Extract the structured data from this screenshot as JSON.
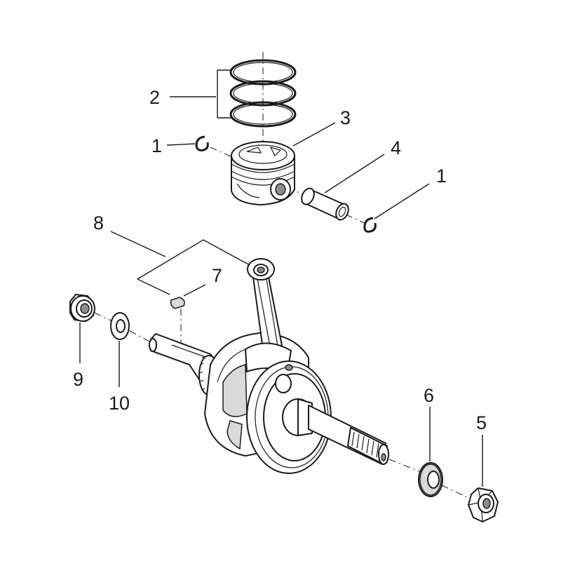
{
  "callouts": {
    "c1a": "1",
    "c2": "2",
    "c3": "3",
    "c1b": "1",
    "c4": "4",
    "c8": "8",
    "c7": "7",
    "c9": "9",
    "c10": "10",
    "c6": "6",
    "c5": "5"
  },
  "parts": [
    "circlip-left",
    "piston-rings",
    "piston",
    "piston-pin",
    "circlip-right",
    "nut",
    "washer-right",
    "woodruff-key",
    "crankshaft-assembly",
    "flange-nut",
    "washer-left"
  ],
  "colors": {
    "line": "#1a1a1a",
    "shade": "#d9d9d9",
    "dark_shade": "#8c8c8c",
    "background": "#ffffff"
  }
}
